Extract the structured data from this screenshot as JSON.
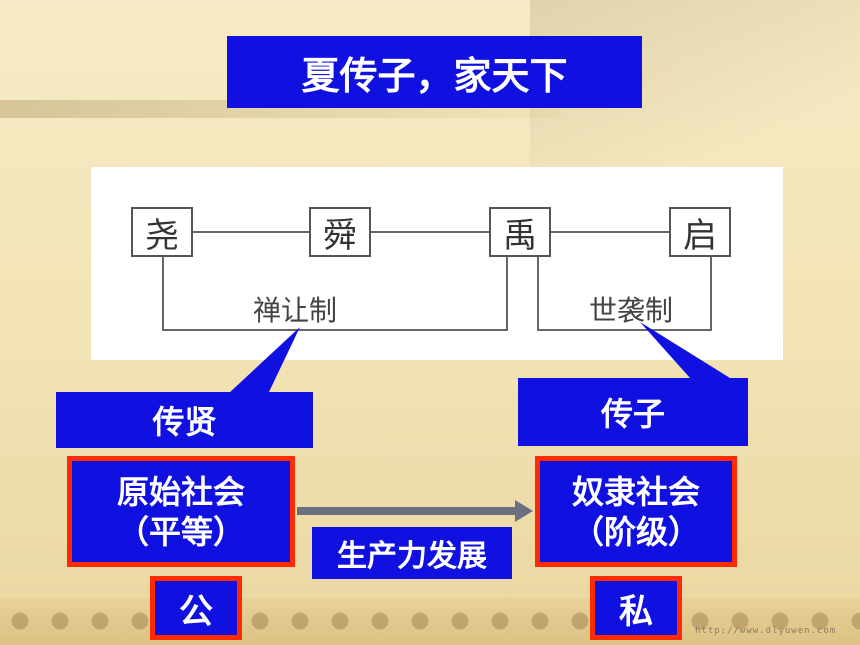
{
  "title": "夏传子，家天下",
  "diagram": {
    "nodes": [
      "尧",
      "舜",
      "禹",
      "启"
    ],
    "shanrang_label": "禅让制",
    "shixi_label": "世袭制"
  },
  "callouts": {
    "left": "传贤",
    "right": "传子"
  },
  "left_box": {
    "line1": "原始社会",
    "line2": "（平等）"
  },
  "right_box": {
    "line1": "奴隶社会",
    "line2": "（阶级）"
  },
  "development": "生产力发展",
  "left_small": "公",
  "right_small": "私",
  "watermark": "http://www.dlyuwen.com",
  "colors": {
    "blue": "#1010e0",
    "red_border": "#ff2a00",
    "white": "#ffffff"
  }
}
